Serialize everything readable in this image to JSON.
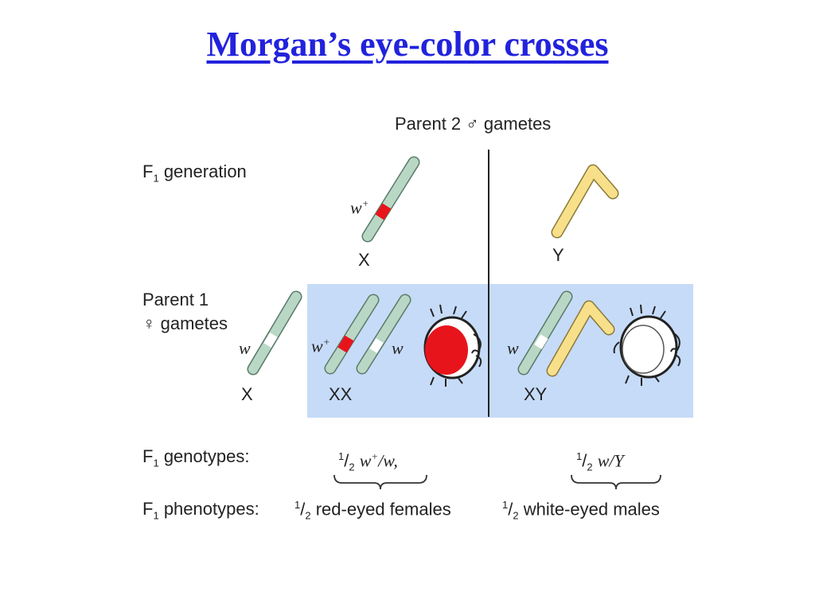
{
  "title": "Morgan’s eye-color crosses",
  "header": {
    "parent2_prefix": "Parent 2",
    "male_symbol": "♂",
    "parent2_suffix": "gametes"
  },
  "f1_generation": {
    "F": "F",
    "sub": "1",
    "text": "generation"
  },
  "parent1": {
    "line1": "Parent 1",
    "female_symbol": "♀",
    "line2": "gametes"
  },
  "chromosome_labels": {
    "x_top": "X",
    "y_top": "Y",
    "x_left": "X",
    "xx": "XX",
    "xy": "XY"
  },
  "alleles": {
    "w_plus": "w",
    "plus": "+",
    "w": "w"
  },
  "genotypes": {
    "label_F": "F",
    "label_sub": "1",
    "label_text": "genotypes:",
    "female_frac_num": "1",
    "female_frac_den": "2",
    "female_geno": "w",
    "female_plus": "+",
    "female_rest": "/w,",
    "male_frac_num": "1",
    "male_frac_den": "2",
    "male_geno": "w/Y"
  },
  "phenotypes": {
    "label_F": "F",
    "label_sub": "1",
    "label_text": "phenotypes:",
    "female_num": "1",
    "female_den": "2",
    "female_text": "red-eyed females",
    "male_num": "1",
    "male_den": "2",
    "male_text": "white-eyed males"
  },
  "colors": {
    "title": "#2222dd",
    "cell_bg": "#c6dbf7",
    "x_chromosome": "#b9d7c5",
    "y_chromosome": "#f8e08a",
    "red_allele": "#e8141c",
    "red_eye": "#e8141c"
  }
}
